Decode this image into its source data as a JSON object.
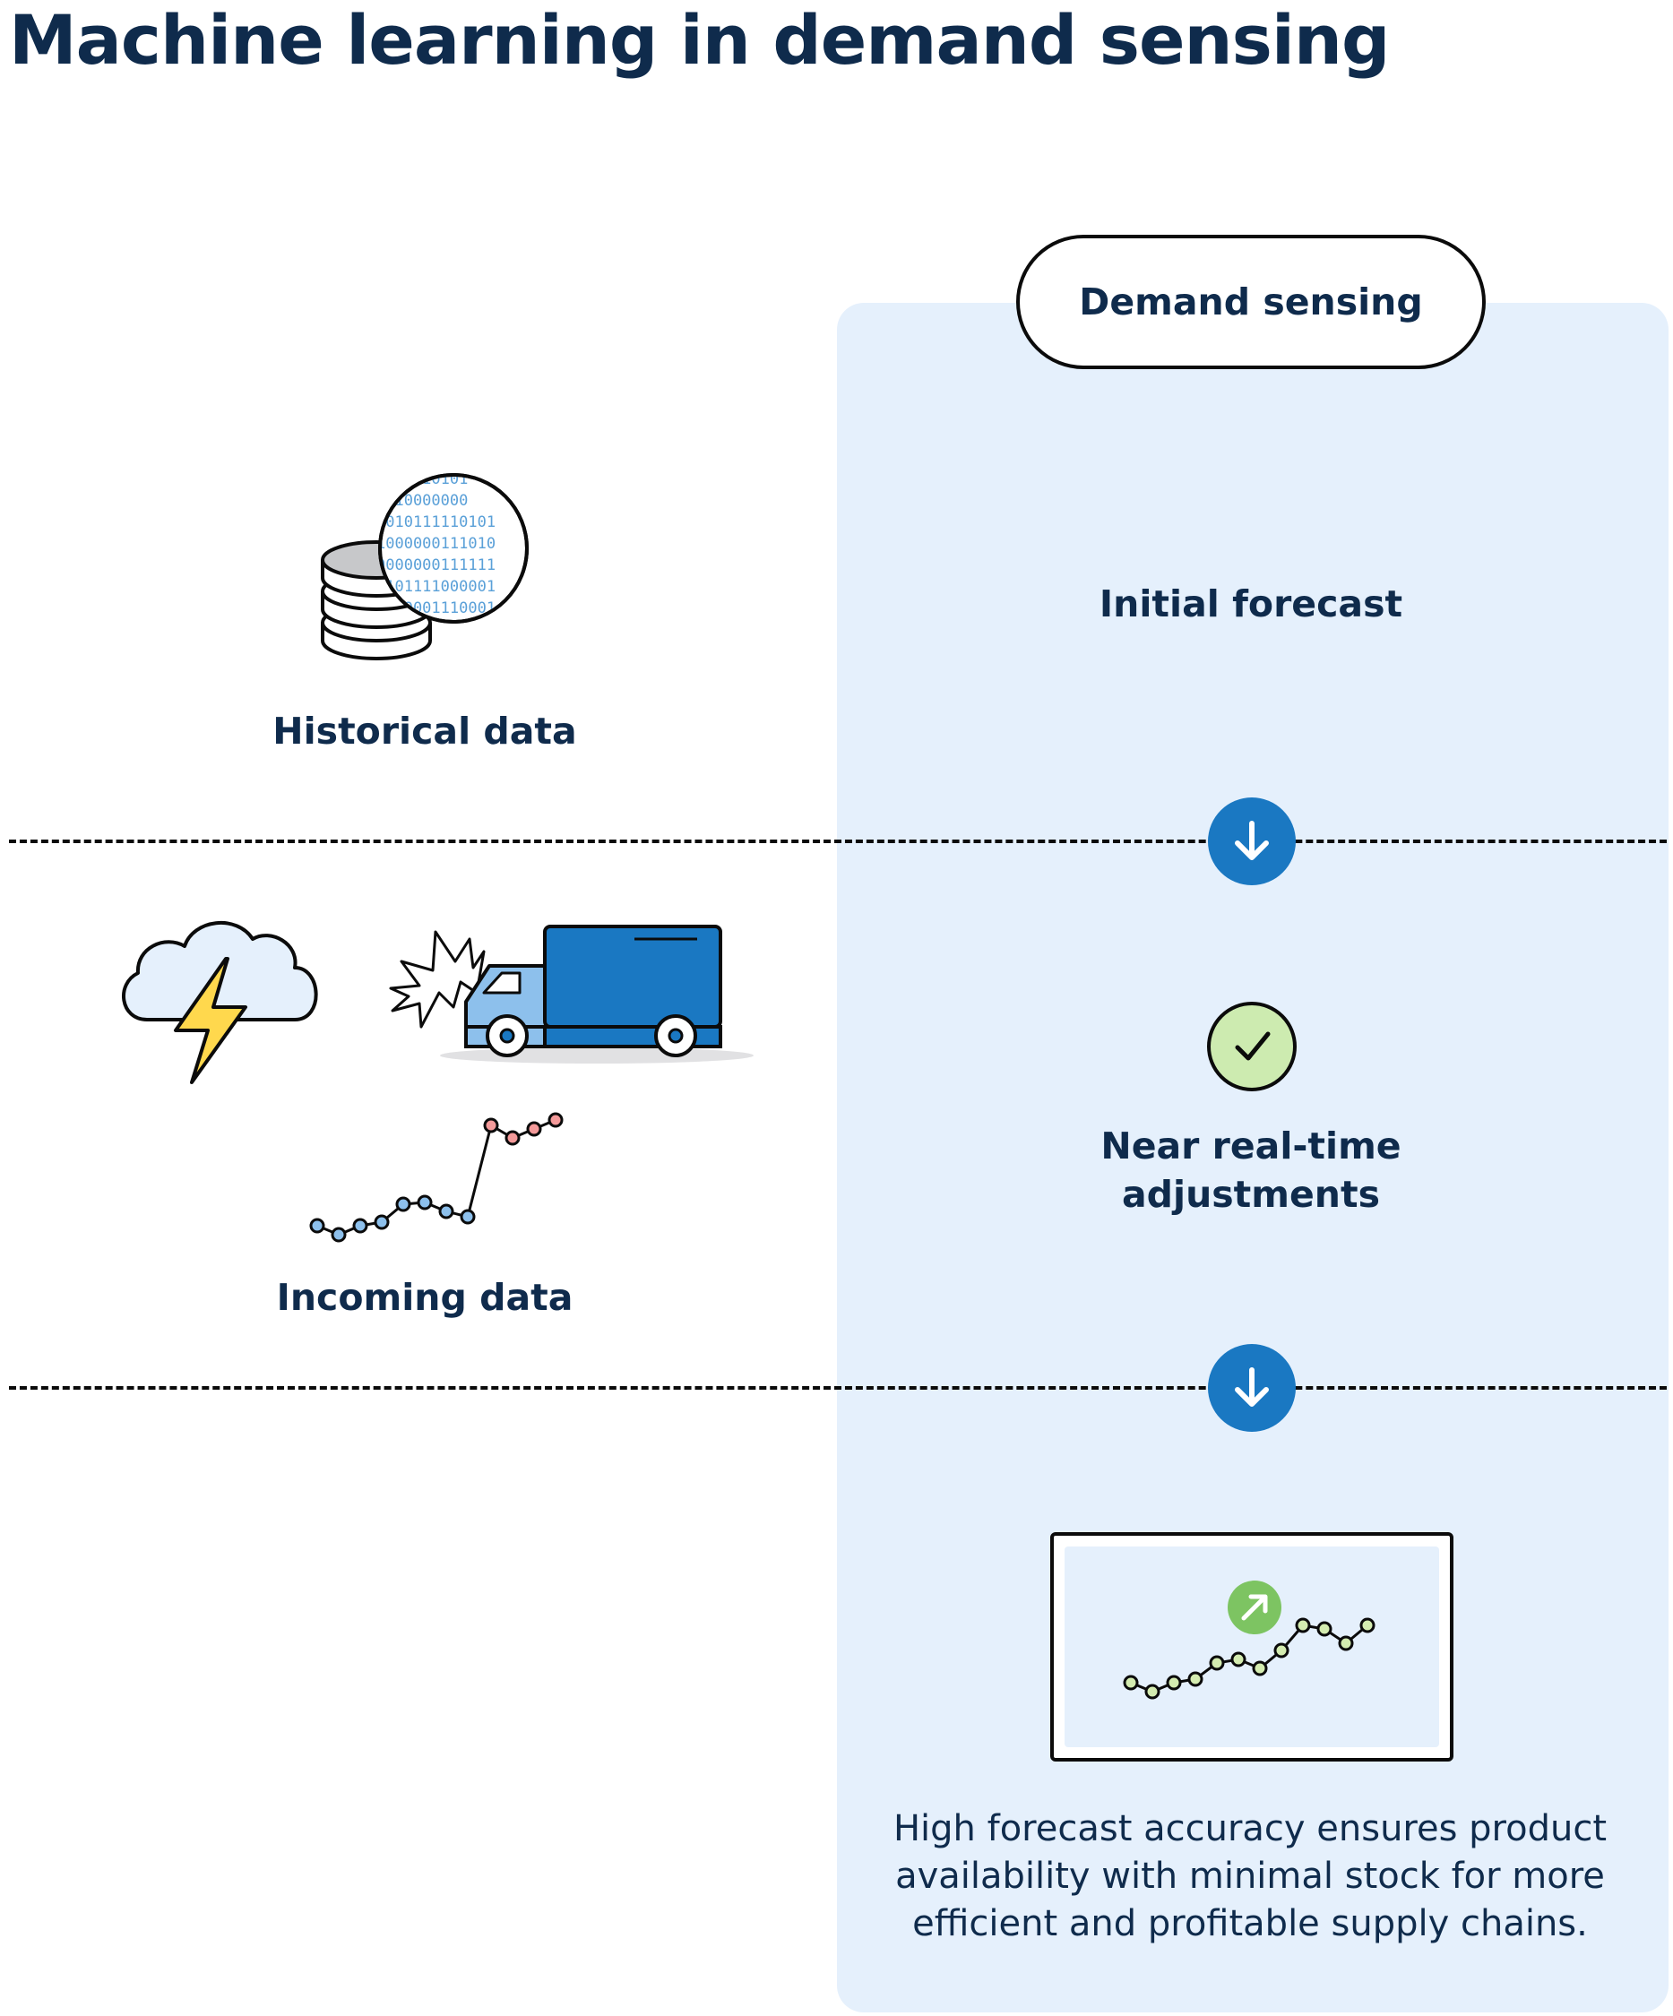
{
  "title": "Machine learning in demand sensing",
  "panel": {
    "header": "Demand sensing",
    "steps": [
      {
        "label": "Initial forecast"
      },
      {
        "label": "Near real-time adjustments"
      },
      {
        "label": "High forecast accuracy ensures product availability with minimal stock for more efficient and profitable supply chains."
      }
    ]
  },
  "inputs": [
    {
      "label": "Historical data",
      "icon": "database-binary-icon"
    },
    {
      "label": "Incoming data",
      "icons": [
        "storm-cloud-icon",
        "truck-crash-icon",
        "trend-line-icon"
      ]
    }
  ],
  "colors": {
    "title": "#0f2b4c",
    "panel": "#e5f0fc",
    "arrow": "#1a78c2",
    "check": "#cdebb0",
    "up_badge": "#7dc462",
    "truck": "#1a78c2",
    "bolt": "#ffd84d"
  }
}
